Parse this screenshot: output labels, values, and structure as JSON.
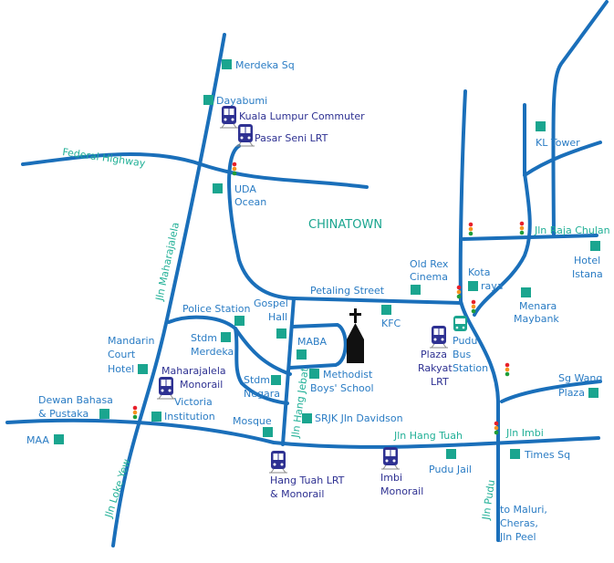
{
  "colors": {
    "road": "#1a6fba",
    "label": "#2a7cc4",
    "landmark": "#1aa58f",
    "street": "#22b097",
    "transit": "#2e3192"
  },
  "district": "CHINATOWN",
  "streets": {
    "federal_highway": "Federal Highway",
    "maharajalela": "Jln Maharajalela",
    "loke_yew": "Jln Loke Yew",
    "petaling": "Petaling Street",
    "hang_jebat": "Jln Hang Jebat",
    "hang_tuah": "Jln Hang Tuah",
    "imbi": "Jln Imbi",
    "pudu": "Jln Pudu",
    "raja_chulan": "Jln Raja Chulan"
  },
  "landmarks": {
    "merdeka_sq": "Merdeka Sq",
    "dayabumi": "Dayabumi",
    "uda_ocean": [
      "UDA",
      "Ocean"
    ],
    "kl_tower": "KL Tower",
    "hotel_istana": [
      "Hotel",
      "Istana"
    ],
    "old_rex": [
      "Old Rex",
      "Cinema"
    ],
    "kota_raya": [
      "Kota",
      "raya"
    ],
    "menara_maybank": [
      "Menara",
      "Maybank"
    ],
    "kfc": "KFC",
    "police_station": "Police Station",
    "gospel_hall": [
      "Gospel",
      "Hall"
    ],
    "stdm_merdeka": [
      "Stdm",
      "Merdeka"
    ],
    "maba": "MABA",
    "methodist": [
      "Methodist",
      "Boys' School"
    ],
    "stdm_negara": [
      "Stdm",
      "Negara"
    ],
    "mandarin": [
      "Mandarin",
      "Court",
      "Hotel"
    ],
    "dewan_bahasa": [
      "Dewan Bahasa",
      "& Pustaka"
    ],
    "victoria": [
      "Victoria",
      "Institution"
    ],
    "mosque": "Mosque",
    "srjk": "SRJK Jln Davidson",
    "maa": "MAA",
    "sg_wang": [
      "Sg Wang",
      "Plaza"
    ],
    "times_sq": "Times Sq",
    "pudu_jail": "Pudu Jail",
    "to_maluri": [
      "to Maluri,",
      "Cheras,",
      "Jln Peel"
    ]
  },
  "transit": {
    "kl_commuter": "Kuala Lumpur Commuter",
    "pasar_seni": "Pasar Seni LRT",
    "maharajalela_mono": [
      "Maharajalela",
      "Monorail"
    ],
    "plaza_rakyat": [
      "Plaza",
      "Rakyat",
      "LRT"
    ],
    "pudu_bus": [
      "Pudu",
      "Bus",
      "Station"
    ],
    "hang_tuah": [
      "Hang Tuah LRT",
      "& Monorail"
    ],
    "imbi": [
      "Imbi",
      "Monorail"
    ]
  }
}
